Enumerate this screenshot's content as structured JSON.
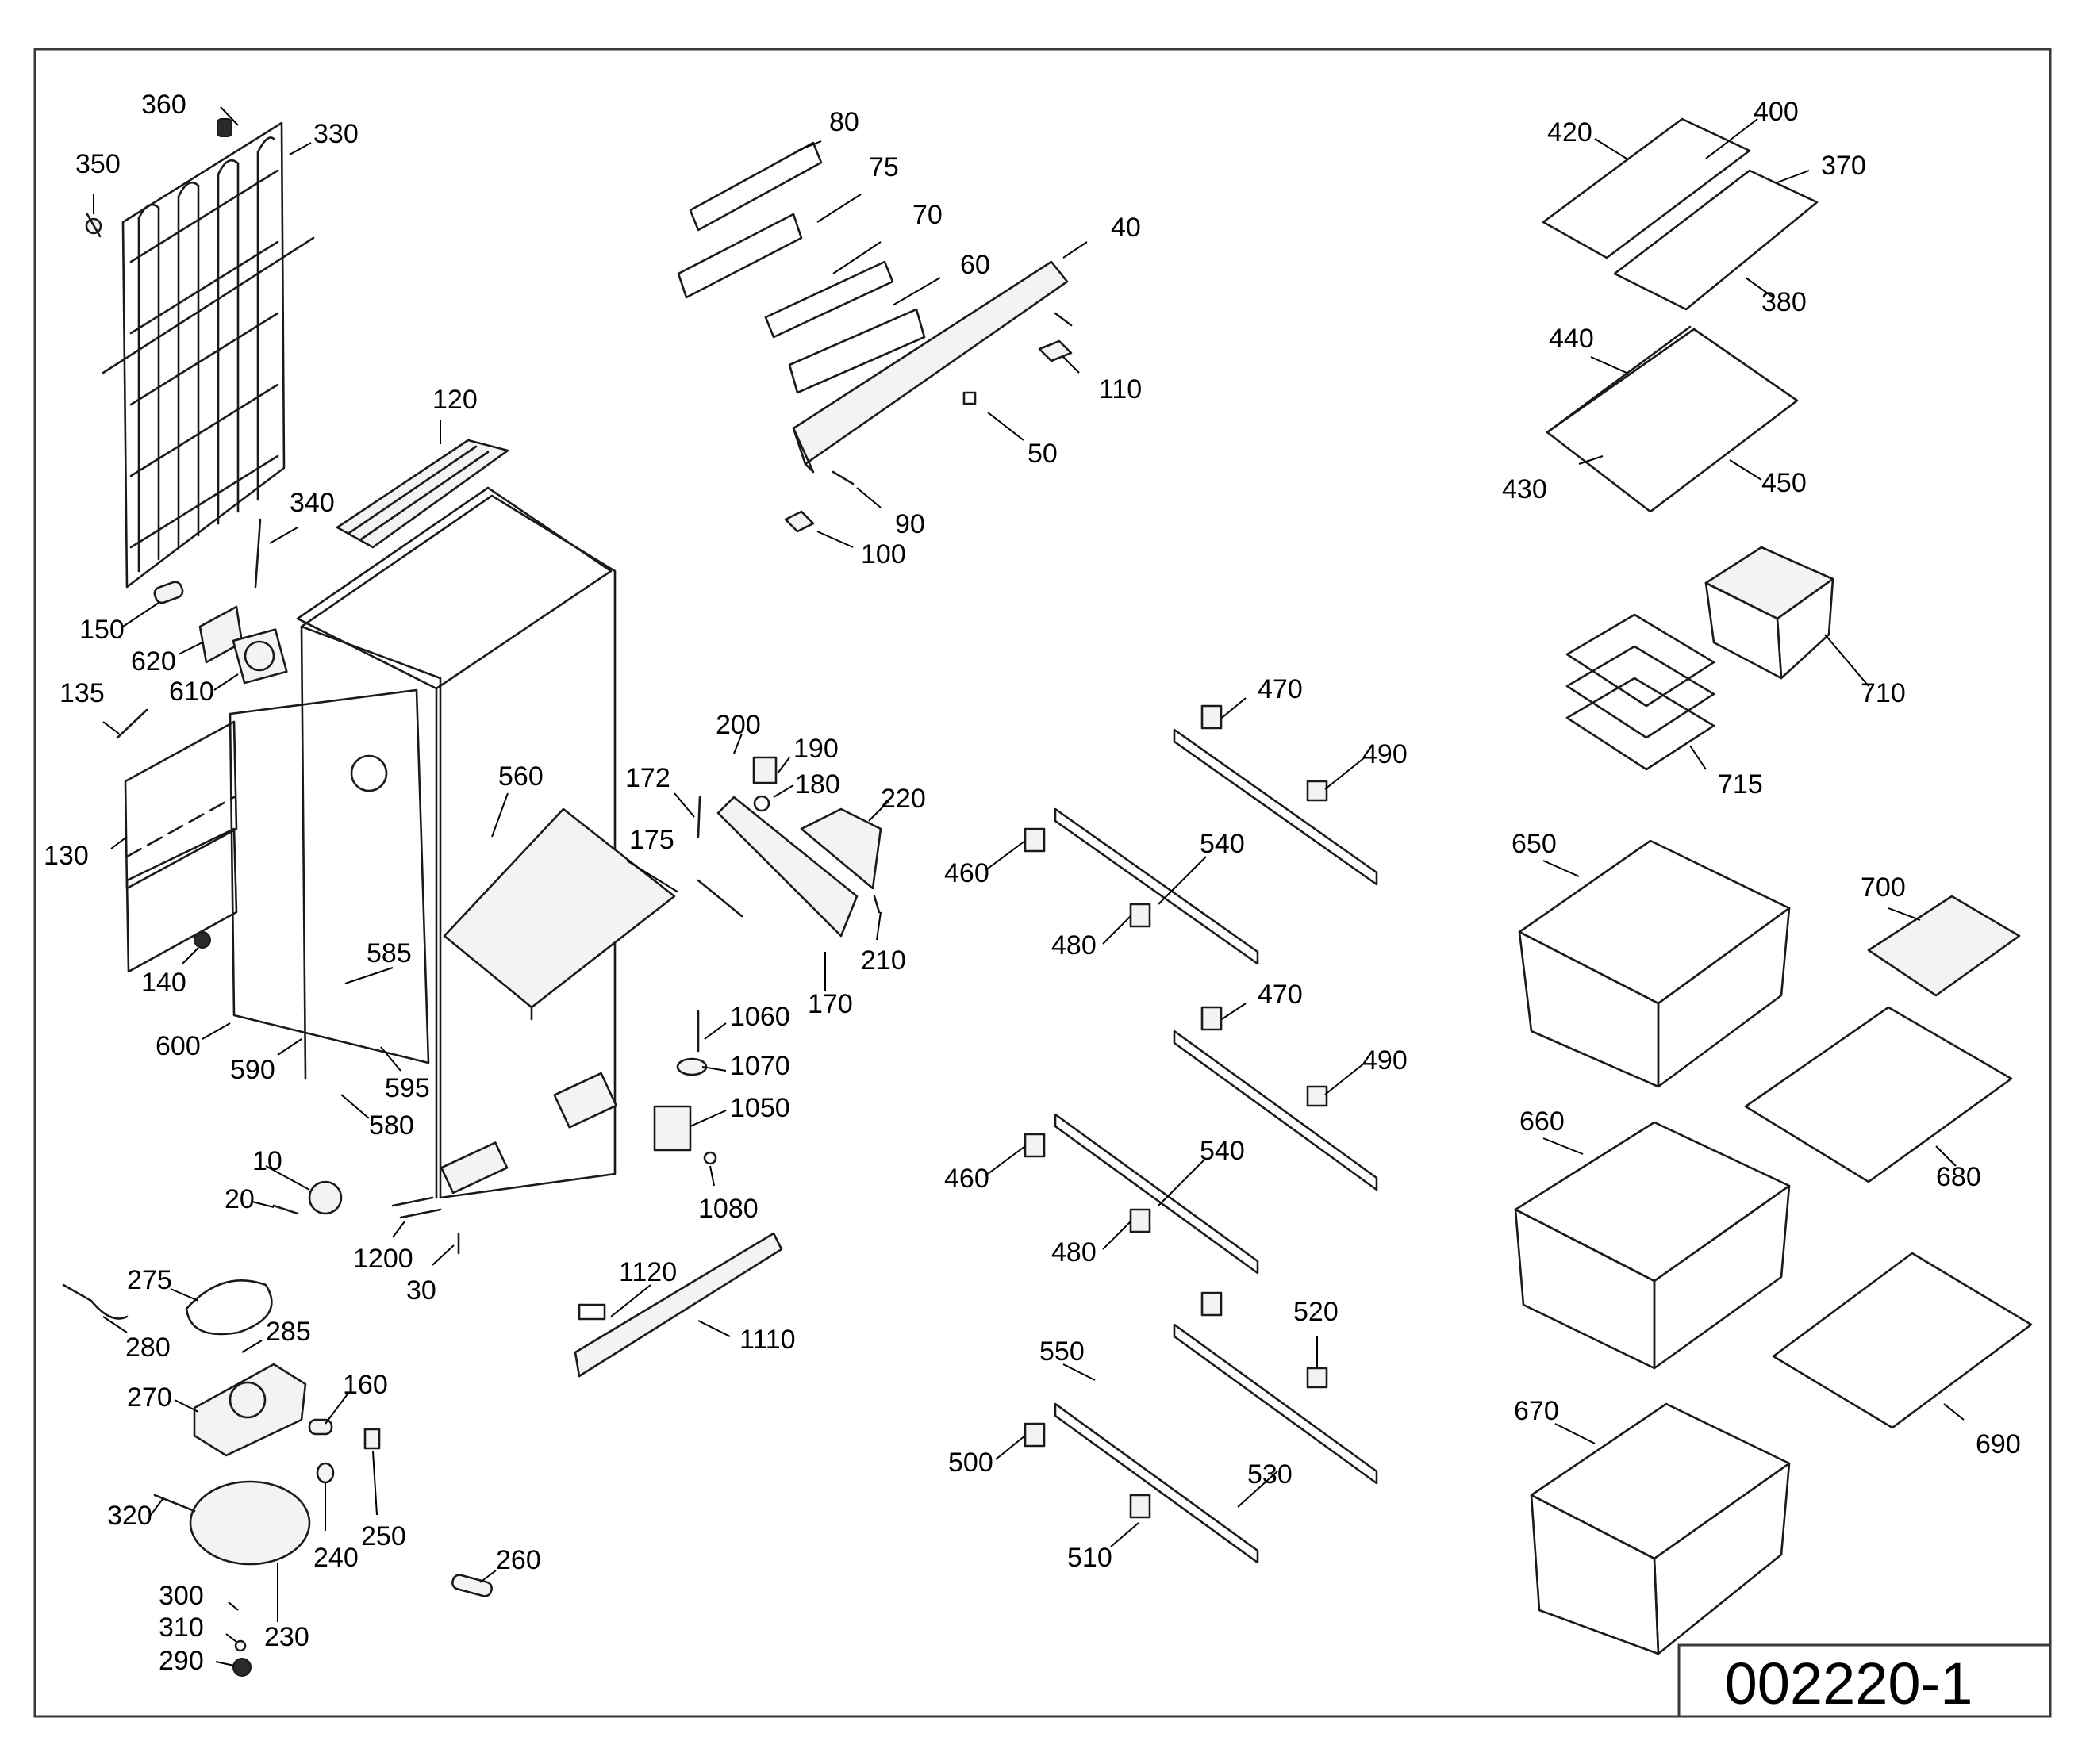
{
  "drawing_number": "002220-1",
  "part_labels": {
    "p10": "10",
    "p20": "20",
    "p30": "30",
    "p40": "40",
    "p50": "50",
    "p60": "60",
    "p70": "70",
    "p75": "75",
    "p80": "80",
    "p90": "90",
    "p100": "100",
    "p110": "110",
    "p120": "120",
    "p130": "130",
    "p135": "135",
    "p140": "140",
    "p150": "150",
    "p160": "160",
    "p170": "170",
    "p172": "172",
    "p175": "175",
    "p180": "180",
    "p190": "190",
    "p200": "200",
    "p210": "210",
    "p220": "220",
    "p230": "230",
    "p240": "240",
    "p250": "250",
    "p260": "260",
    "p270": "270",
    "p275": "275",
    "p280": "280",
    "p285": "285",
    "p290": "290",
    "p300": "300",
    "p310": "310",
    "p320": "320",
    "p330": "330",
    "p340": "340",
    "p350": "350",
    "p360": "360",
    "p370": "370",
    "p380": "380",
    "p400": "400",
    "p420": "420",
    "p430": "430",
    "p440": "440",
    "p450": "450",
    "p460a": "460",
    "p460b": "460",
    "p470a": "470",
    "p470b": "470",
    "p480a": "480",
    "p480b": "480",
    "p490a": "490",
    "p490b": "490",
    "p500": "500",
    "p510": "510",
    "p520": "520",
    "p530": "530",
    "p540a": "540",
    "p540b": "540",
    "p550": "550",
    "p560": "560",
    "p580": "580",
    "p585": "585",
    "p590": "590",
    "p595": "595",
    "p600": "600",
    "p610": "610",
    "p620": "620",
    "p650": "650",
    "p660": "660",
    "p670": "670",
    "p680": "680",
    "p690": "690",
    "p700": "700",
    "p710": "710",
    "p715": "715",
    "p1050": "1050",
    "p1060": "1060",
    "p1070": "1070",
    "p1080": "1080",
    "p1110": "1110",
    "p1120": "1120",
    "p1200": "1200"
  },
  "colors": {
    "line": "#1a1a1a",
    "background": "#ffffff",
    "frame": "#3a3a3a"
  }
}
